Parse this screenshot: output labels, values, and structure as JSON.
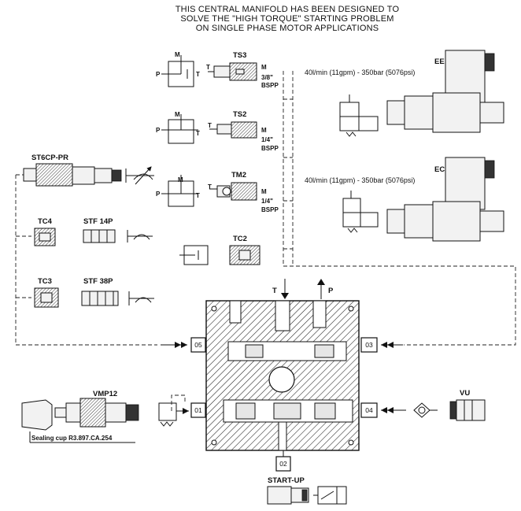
{
  "header": {
    "line1": "THIS CENTRAL MANIFOLD HAS BEEN DESIGNED TO",
    "line2": "SOLVE THE \"HIGH TORQUE\" STARTING PROBLEM",
    "line3": "ON SINGLE PHASE MOTOR APPLICATIONS"
  },
  "components": {
    "ts3": "TS3",
    "ts2": "TS2",
    "tm2": "TM2",
    "tc2": "TC2",
    "st6cp": "ST6CP-PR",
    "tc4": "TC4",
    "stf14p": "STF 14P",
    "tc3": "TC3",
    "stf38p": "STF 38P",
    "vmp12": "VMP12",
    "vu": "VU",
    "startup": "START-UP",
    "ee": "EE",
    "ec": "EC"
  },
  "symbol_letters": {
    "p": "P",
    "t": "T",
    "m": "M"
  },
  "threads": {
    "ts3_size": "3/8\"",
    "ts2_size": "1/4\"",
    "tm2_size": "1/4\"",
    "bspp": "BSPP"
  },
  "valve_specs": {
    "ee_spec": "40l/min (11gpm) - 350bar (5076psi)",
    "ec_spec": "40l/min (11gpm) - 350bar (5076psi)"
  },
  "ports": {
    "p01": "01",
    "p02": "02",
    "p03": "03",
    "p04": "04",
    "p05": "05",
    "t_main": "T",
    "p_main": "P"
  },
  "sealing_cup": "Sealing cup R3.897.CA.254"
}
